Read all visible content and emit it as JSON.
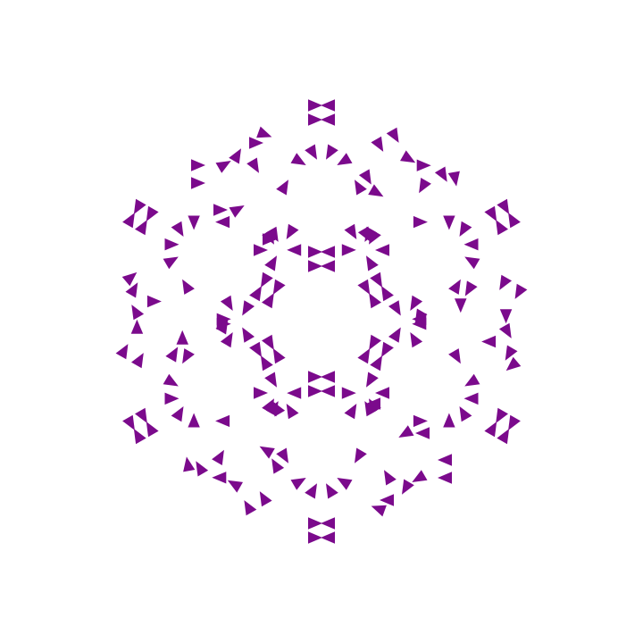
{
  "figure": {
    "description_visible_text": "",
    "pattern": "hexagonal-triangle-fractal",
    "symmetry": "6-fold",
    "shape": "triangle",
    "fill_color": "#7b0a8c",
    "background_color": "#ffffff"
  }
}
